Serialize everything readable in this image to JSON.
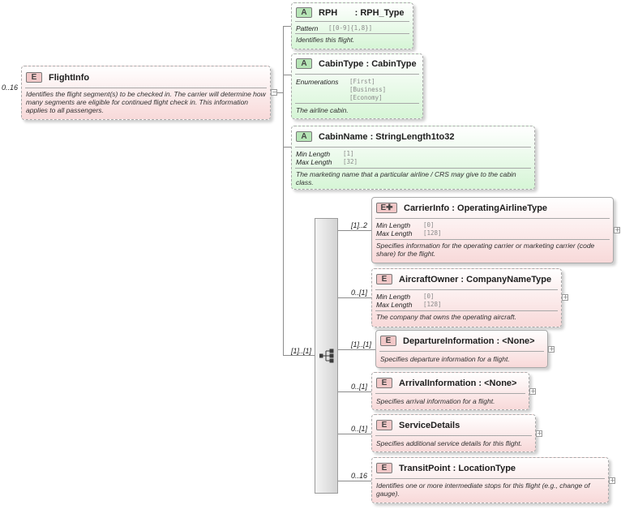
{
  "root": {
    "occurrence": "0..16",
    "badge": "E",
    "title": "FlightInfo",
    "description": "Identifies the flight segment(s) to be checked in. The carrier will determine how many segments are eligible for continued flight check in. This information applies to all passengers."
  },
  "attributes": [
    {
      "badge": "A",
      "title": "RPH       : RPH_Type",
      "facets": [
        {
          "key": "Pattern",
          "values": [
            "[[0-9]{1,8}]"
          ]
        }
      ],
      "description": "Identifies this flight."
    },
    {
      "badge": "A",
      "title": "CabinType : CabinType",
      "facets": [
        {
          "key": "Enumerations",
          "values": [
            "[First]",
            "[Business]",
            "[Economy]"
          ]
        }
      ],
      "description": "The airline cabin."
    },
    {
      "badge": "A",
      "title": "CabinName : StringLength1to32",
      "facets": [
        {
          "key": "Min Length",
          "values": [
            "[1]"
          ]
        },
        {
          "key": "Max Length",
          "values": [
            "[32]"
          ]
        }
      ],
      "description": "The marketing name that a particular airline / CRS may give to the cabin class."
    }
  ],
  "sequence": {
    "occurrence": "[1]..[1]"
  },
  "elements": [
    {
      "occurrence": "[1]..2",
      "badge": "E",
      "title": "CarrierInfo : OperatingAirlineType",
      "facets": [
        {
          "key": "Min Length",
          "values": [
            "[0]"
          ]
        },
        {
          "key": "Max Length",
          "values": [
            "[128]"
          ]
        }
      ],
      "description": "Specifies information for the operating carrier or marketing carrier (code share) for the flight."
    },
    {
      "occurrence": "0..[1]",
      "badge": "E",
      "title": "AircraftOwner : CompanyNameType",
      "facets": [
        {
          "key": "Min Length",
          "values": [
            "[0]"
          ]
        },
        {
          "key": "Max Length",
          "values": [
            "[128]"
          ]
        }
      ],
      "description": "The company that owns the operating aircraft."
    },
    {
      "occurrence": "[1]..[1]",
      "badge": "E",
      "title": "DepartureInformation : <None>",
      "description": "Specifies departure information for a flight."
    },
    {
      "occurrence": "0..[1]",
      "badge": "E",
      "title": "ArrivalInformation : <None>",
      "description": "Specifies arrival information for a flight."
    },
    {
      "occurrence": "0..[1]",
      "badge": "E",
      "title": "ServiceDetails",
      "description": "Specifies additional service details for this flight."
    },
    {
      "occurrence": "0..16",
      "badge": "E",
      "title": "TransitPoint : LocationType",
      "description": "Identifies one or more intermediate stops for this flight (e.g., change of gauge)."
    }
  ]
}
